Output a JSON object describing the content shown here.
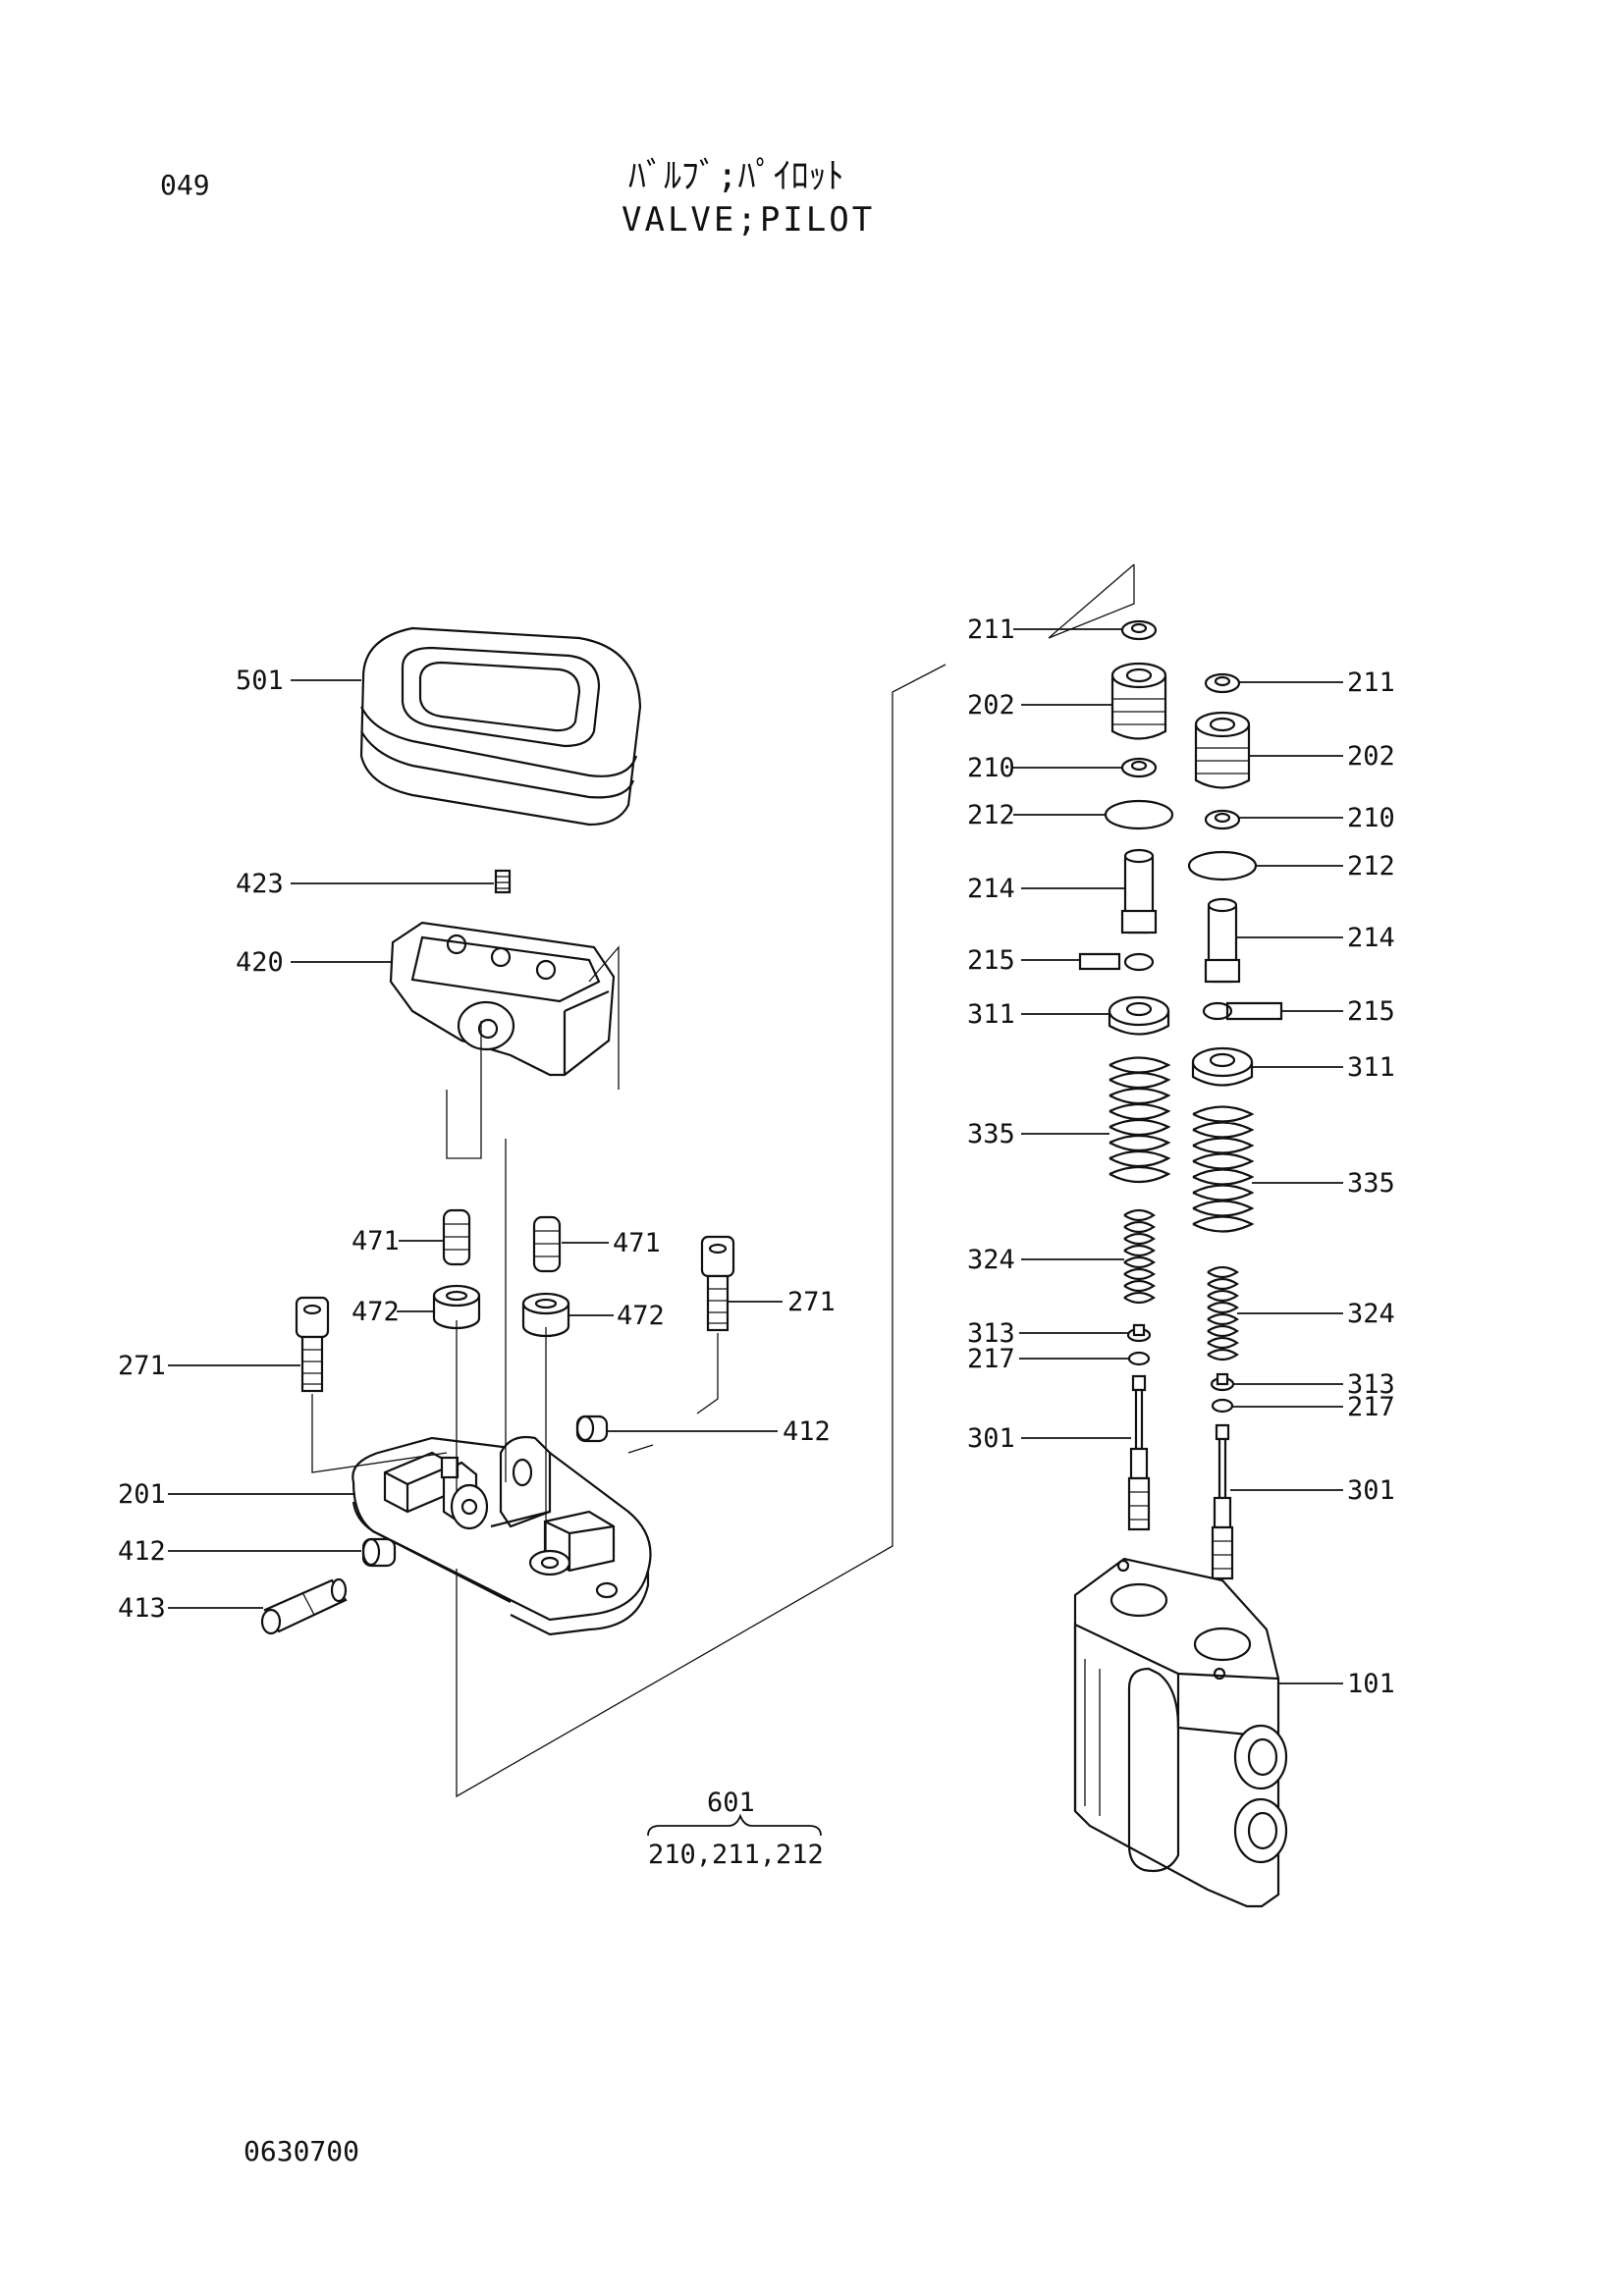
{
  "header": {
    "page_number": "049",
    "title_jp": "ﾊﾞﾙﾌﾞ;ﾊﾟｲﾛｯﾄ",
    "title_en": "VALVE;PILOT"
  },
  "footer": {
    "drawing_code": "0630700"
  },
  "callouts": {
    "c501": "501",
    "c423": "423",
    "c420": "420",
    "c471a": "471",
    "c471b": "471",
    "c472a": "472",
    "c472b": "472",
    "c271a": "271",
    "c271b": "271",
    "c412a": "412",
    "c412b": "412",
    "c201": "201",
    "c413": "413",
    "c211a": "211",
    "c211b": "211",
    "c202a": "202",
    "c202b": "202",
    "c210a": "210",
    "c210b": "210",
    "c212a": "212",
    "c212b": "212",
    "c214a": "214",
    "c214b": "214",
    "c215a": "215",
    "c215b": "215",
    "c311a": "311",
    "c311b": "311",
    "c335a": "335",
    "c335b": "335",
    "c324a": "324",
    "c324b": "324",
    "c313a": "313",
    "c313b": "313",
    "c217a": "217",
    "c217b": "217",
    "c301a": "301",
    "c301b": "301",
    "c101": "101"
  },
  "kit": {
    "number": "601",
    "contents": "210,211,212"
  }
}
